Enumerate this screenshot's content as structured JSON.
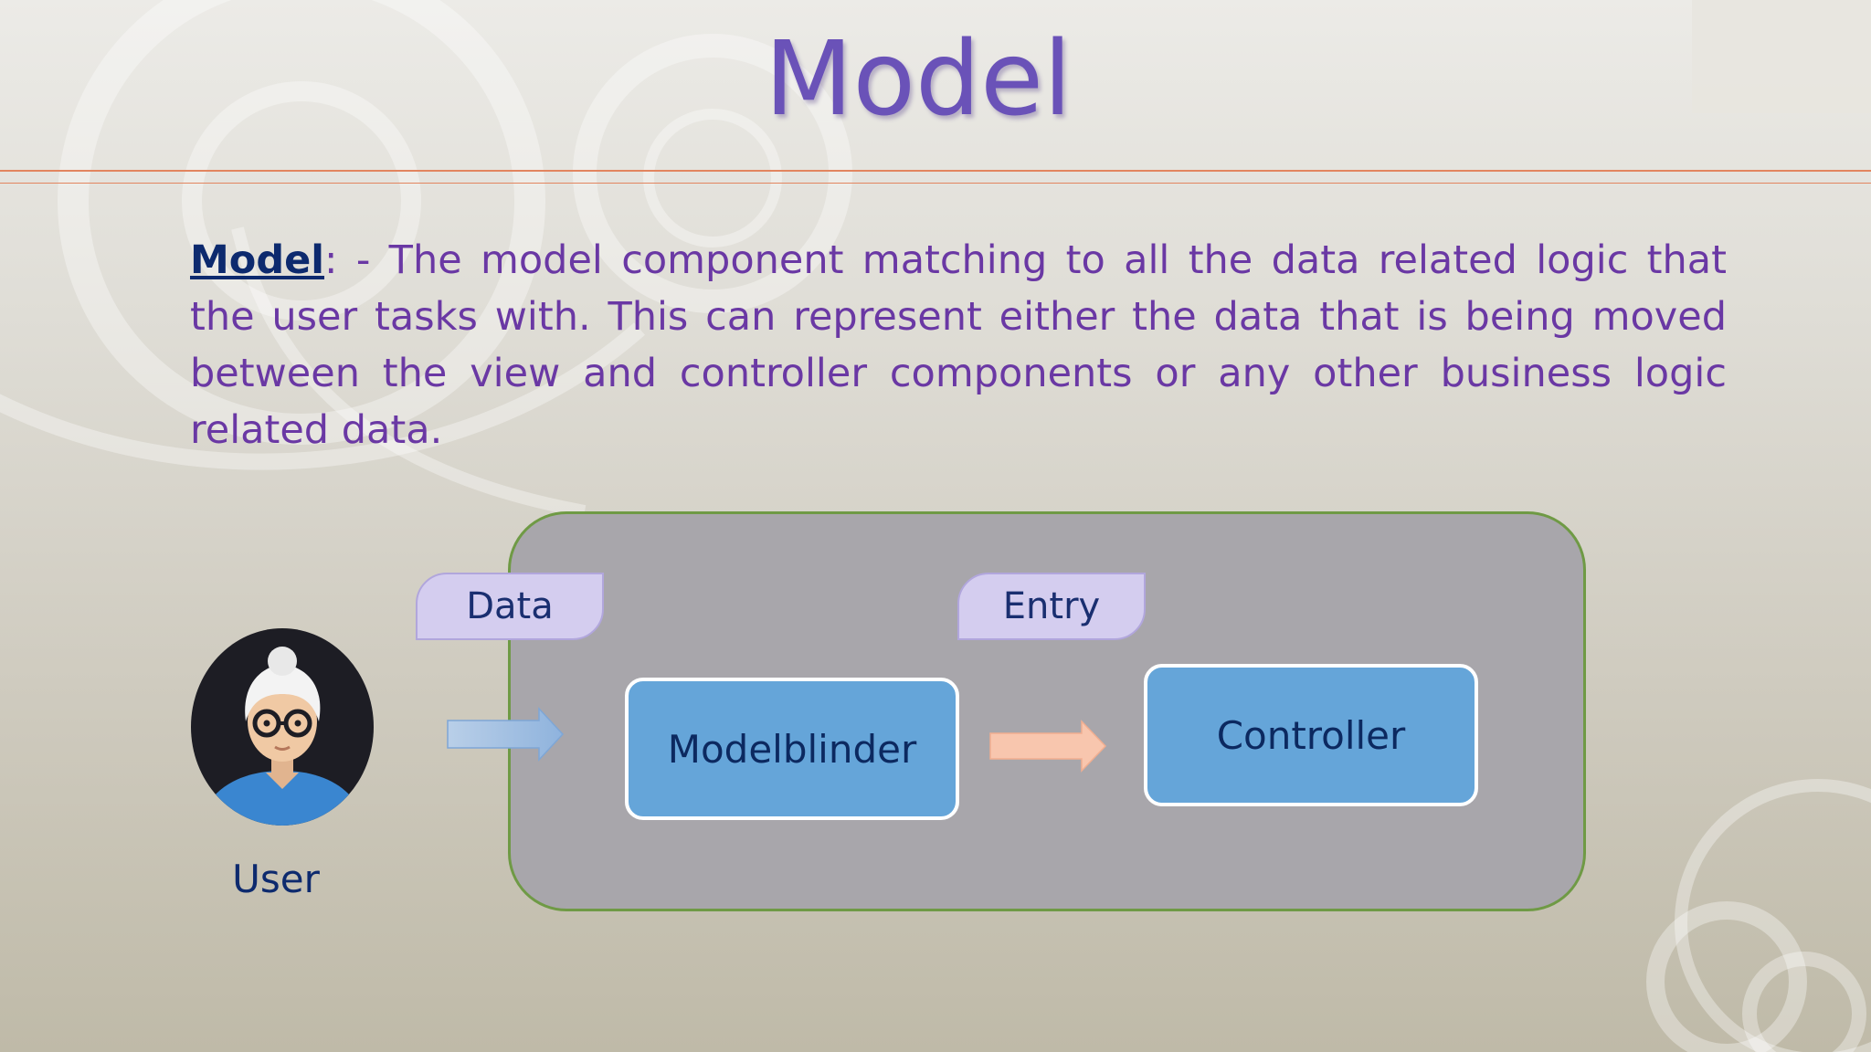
{
  "slide": {
    "title": "Model",
    "description": {
      "term": "Model",
      "text": ": - The model component matching to all the data related logic that the user tasks with. This can represent either the data that is being moved between the view and controller components or any other business logic related data."
    }
  },
  "diagram": {
    "user_label": "User",
    "labels": {
      "data": "Data",
      "entry": "Entry"
    },
    "nodes": {
      "modelblinder": "Modelblinder",
      "controller": "Controller"
    }
  },
  "colors": {
    "title": "#6a52b8",
    "body_text": "#6a38a4",
    "term": "#0d2a6e",
    "container_fill": "#a8a6ab",
    "container_border": "#6f9a45",
    "tag_fill": "#d4cdef",
    "process_fill": "#65a5d9",
    "arrow_blue": "#a5c3e5",
    "arrow_peach": "#f8c6ae"
  },
  "icons": {
    "user_avatar": "user-avatar-icon",
    "arrow_user": "arrow-right-icon",
    "arrow_binder": "arrow-right-icon"
  }
}
